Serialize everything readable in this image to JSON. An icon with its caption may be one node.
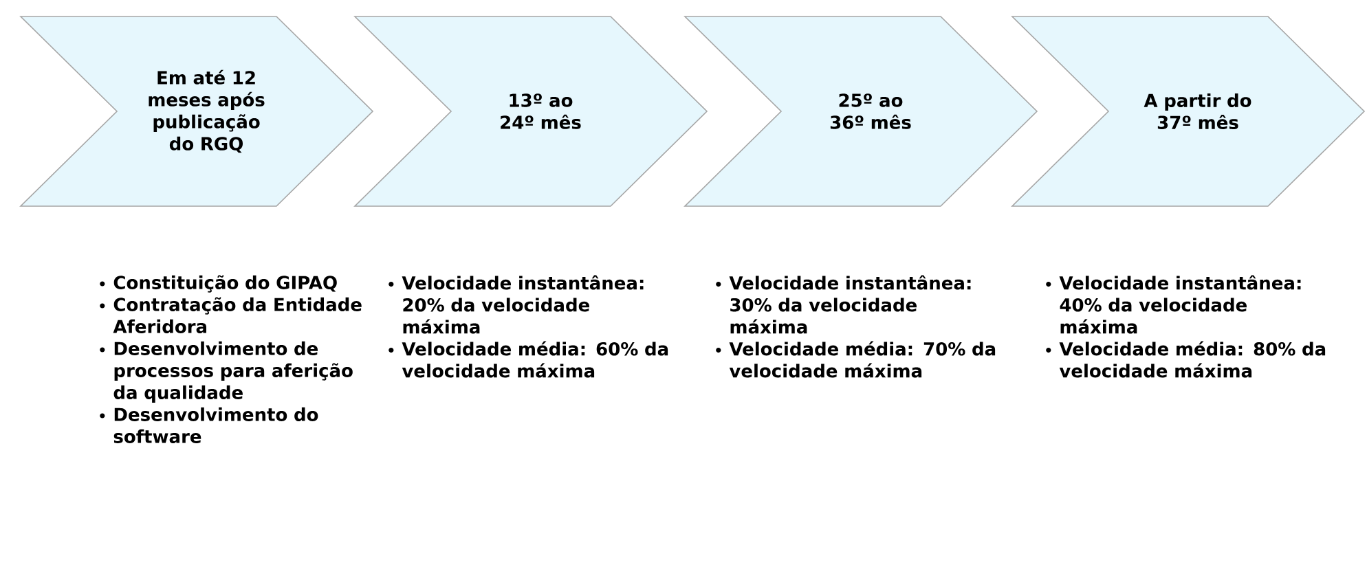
{
  "diagram": {
    "nodes": [
      {
        "text": [
          "Em até 12 meses após publicação do RGQ"
        ],
        "beside": [
          "Constituição do GIPAQ",
          "Contratação da Entidade Aferidora",
          "Desenvolvimento de processos para aferição da qualidade",
          "Desenvolvimento do software"
        ]
      },
      {
        "text": [
          "13º ao 24º mês"
        ],
        "beside": [
          "Velocidade instantânea: 20% da velocidade máxima",
          "Velocidade média: 60% da velocidade máxima"
        ]
      },
      {
        "text": [
          "25º ao 36º mês"
        ],
        "beside": [
          "Velocidade instantânea: 30% da velocidade máxima",
          "Velocidade média: 70% da velocidade máxima"
        ]
      },
      {
        "text": [
          "A partir do 37º mês"
        ],
        "beside": [
          "Velocidade instantânea: 40% da velocidade máxima",
          "Velocidade média: 80% da velocidade máxima"
        ]
      }
    ],
    "edges": []
  }
}
